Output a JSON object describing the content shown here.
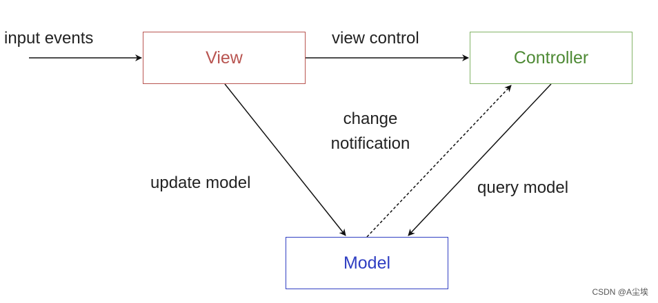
{
  "nodes": {
    "view": {
      "label": "View",
      "color": "#b85450"
    },
    "controller": {
      "label": "Controller",
      "color": "#4e8a35"
    },
    "model": {
      "label": "Model",
      "color": "#2f3ec2"
    }
  },
  "edges": {
    "input_events": "input events",
    "view_control": "view control",
    "change_notification_line1": "change",
    "change_notification_line2": "notification",
    "update_model": "update model",
    "query_model": "query model"
  },
  "watermark": "CSDN @A尘埃"
}
